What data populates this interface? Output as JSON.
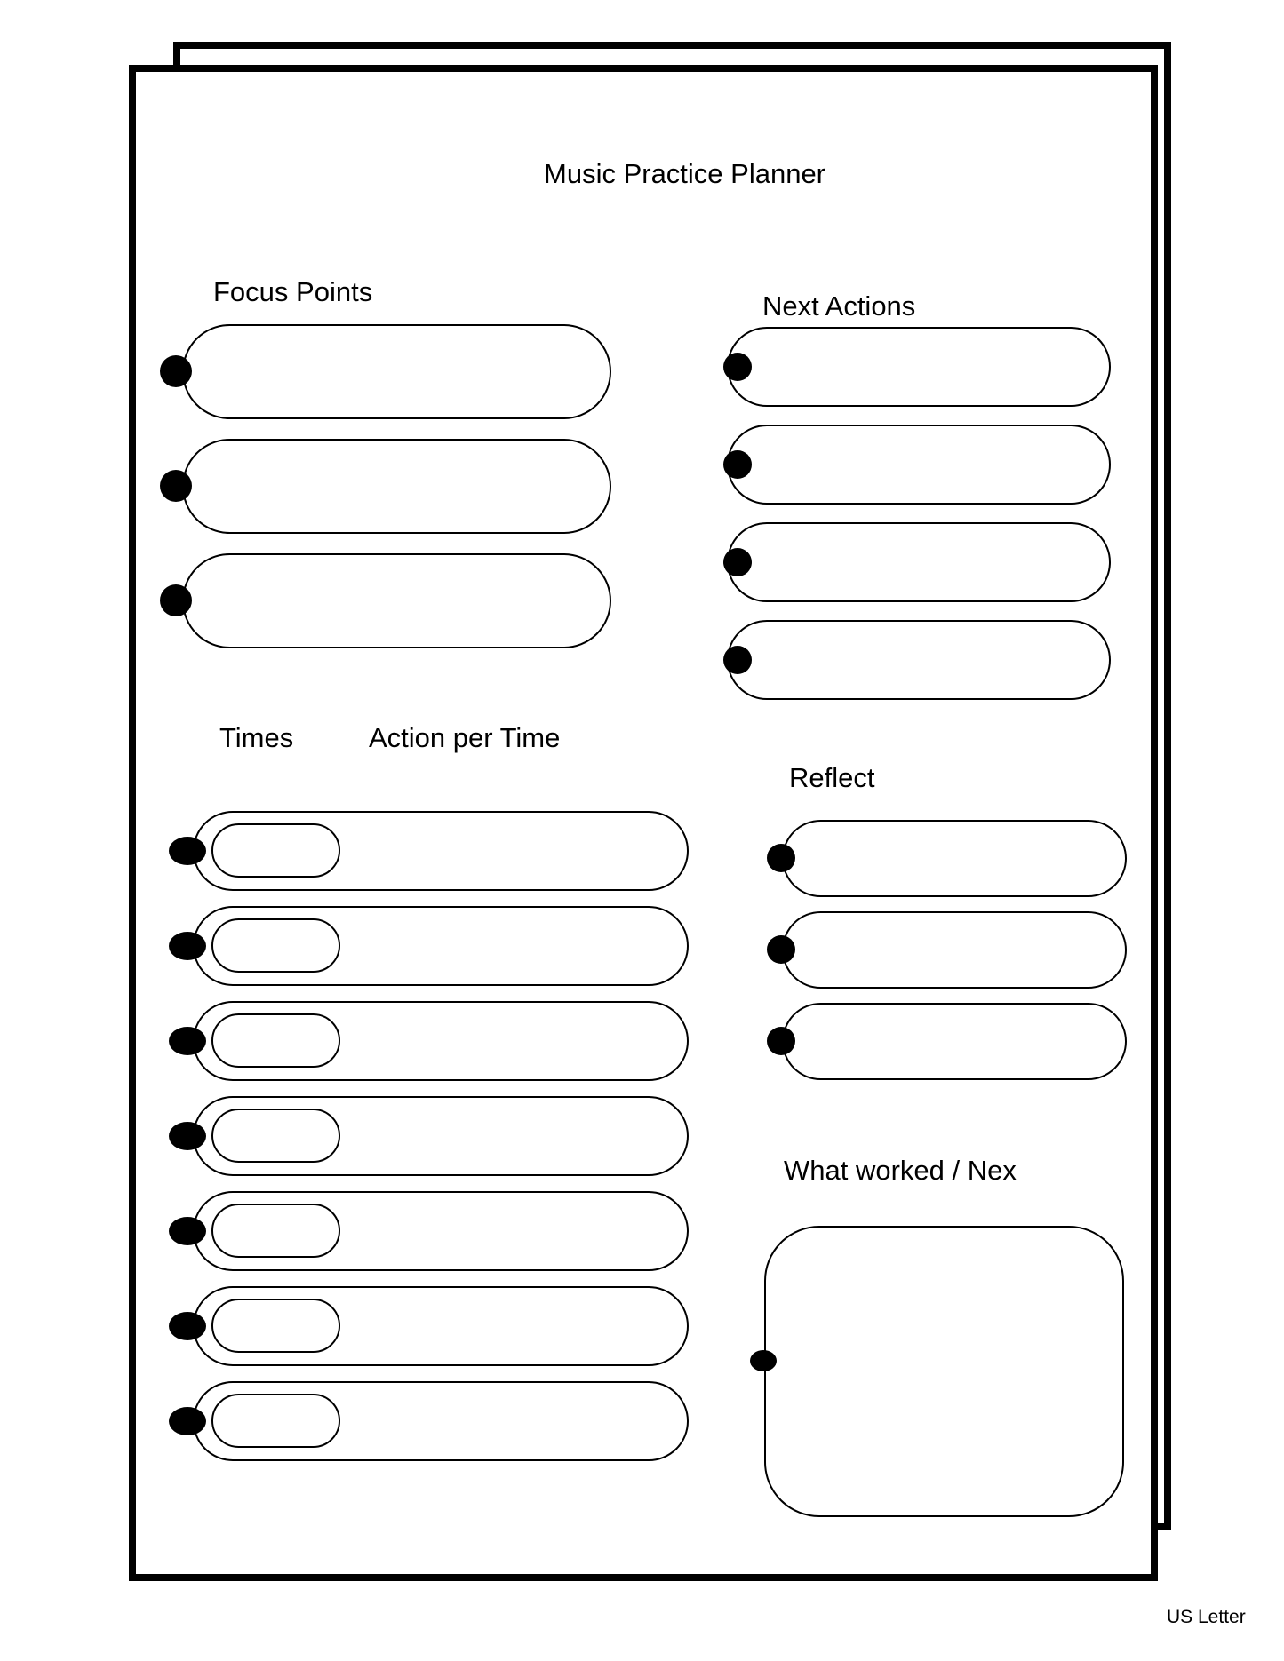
{
  "document": {
    "title": "Music Practice Planner",
    "paper_size_label": "US Letter"
  },
  "colors": {
    "ink": "#000000",
    "paper": "#ffffff"
  },
  "sections": {
    "focus_points": {
      "heading": "Focus Points",
      "field_count": 3,
      "fields": [
        "",
        "",
        ""
      ]
    },
    "next_actions": {
      "heading": "Next Actions",
      "field_count": 4,
      "fields": [
        "",
        "",
        "",
        ""
      ]
    },
    "schedule": {
      "times_heading": "Times",
      "actions_heading": "Action per Time",
      "row_count": 7,
      "rows": [
        {
          "time": "",
          "action": ""
        },
        {
          "time": "",
          "action": ""
        },
        {
          "time": "",
          "action": ""
        },
        {
          "time": "",
          "action": ""
        },
        {
          "time": "",
          "action": ""
        },
        {
          "time": "",
          "action": ""
        },
        {
          "time": "",
          "action": ""
        }
      ]
    },
    "reflect": {
      "heading": "Reflect",
      "field_count": 3,
      "fields": [
        "",
        "",
        ""
      ]
    },
    "notes": {
      "heading": "What worked / Nex",
      "value": ""
    }
  }
}
